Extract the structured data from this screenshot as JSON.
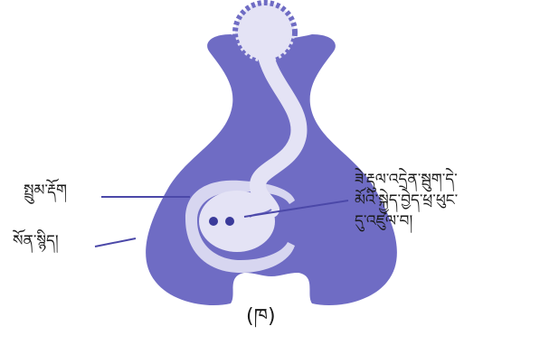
{
  "labels": {
    "left_top": "སྤྲུམ་རྡོག",
    "left_bottom": "སོན་སྙིད།",
    "right_lines": [
      "ཟེ་རྡུལ་འདྲེན་སྦུག་དེ་",
      "མོའི་སྐྱེད་བྱེད་ཕྲ་ཕུང་",
      "དུ་འཛུལ་བ།"
    ]
  },
  "caption": "(ཁ)",
  "colors": {
    "ovary_wall": "#6f6cc4",
    "inner_tissue": "#d7d6f0",
    "pollen_tube": "#e4e3f5",
    "nucleus": "#3a3a9a",
    "pointer": "#4b48a8",
    "stroke": "#ffffff"
  }
}
